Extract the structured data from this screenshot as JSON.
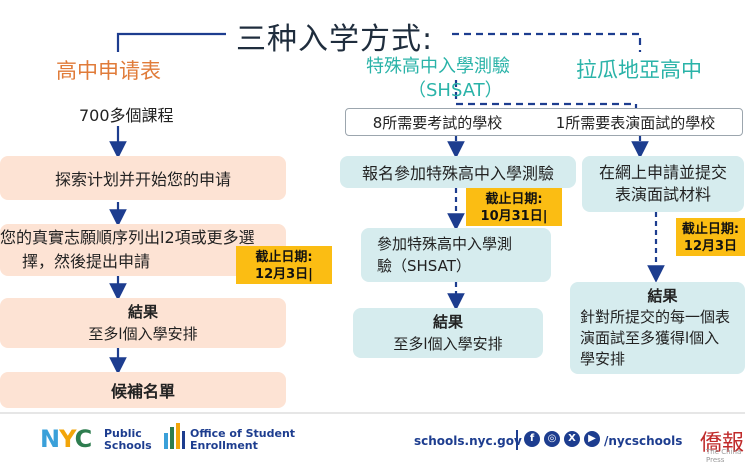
{
  "title": "三种入学方式:",
  "columns": {
    "left": {
      "header": "高中申请表",
      "programs": "700多個課程"
    },
    "middle": {
      "header_line1": "特殊高中入學測驗",
      "header_line2": "（SHSAT）"
    },
    "right": {
      "header": "拉瓜地亞高中"
    }
  },
  "top_bar": {
    "left": "8所需要考試的學校",
    "right": "1所需要表演面試的學校"
  },
  "left_steps": [
    {
      "text": "探索计划并开始您的申请"
    },
    {
      "text_line1": "您的真實志願順序列出l2項或更多選",
      "text_line2": "擇，然後提出申請"
    },
    {
      "title": "結果",
      "text": "至多l個入學安排"
    },
    {
      "title": "候補名單"
    }
  ],
  "middle_steps": [
    {
      "text": "報名參加特殊高中入學測驗"
    },
    {
      "text_line1": "參加特殊高中入學測",
      "text_line2": "驗（SHSAT）"
    },
    {
      "title": "結果",
      "text": "至多l個入學安排"
    }
  ],
  "right_steps": [
    {
      "text_line1": "在網上申請並提交",
      "text_line2": "表演面試材料"
    },
    {
      "title": "結果",
      "text_line1": "針對所提交的每一個表",
      "text_line2": "演面試至多獲得l個入",
      "text_line3": "學安排"
    }
  ],
  "deadlines": [
    {
      "label": "截止日期:",
      "date": "12月3日|"
    },
    {
      "label": "截止日期:",
      "date": "10月31日|"
    },
    {
      "label": "截止日期:",
      "date": "12月3日"
    }
  ],
  "footer": {
    "nyc": "NYC",
    "public_schools_line1": "Public",
    "public_schools_line2": "Schools",
    "ose_line1": "Office of Student",
    "ose_line2": "Enrollment",
    "url": "schools.nyc.gov",
    "handle": "/nycschools",
    "social_icons": [
      "facebook-icon",
      "instagram-icon",
      "x-icon",
      "youtube-icon"
    ],
    "watermark": "僑報",
    "watermark_sub": "The China Press"
  },
  "colors": {
    "navy": "#1d3d8f",
    "orange": "#e07b39",
    "teal": "#2ab3a8",
    "peach": "#fde3d4",
    "aqua": "#d6ecee",
    "deadline": "#fbbd13"
  }
}
